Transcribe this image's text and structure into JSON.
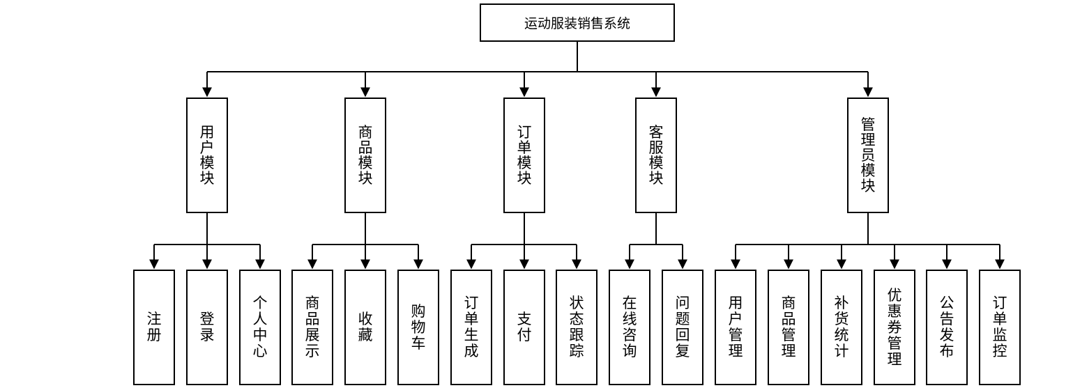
{
  "root": {
    "label": "运动服装销售系统"
  },
  "modules": [
    {
      "label": "用户模块",
      "children": [
        "注册",
        "登录",
        "个人中心"
      ]
    },
    {
      "label": "商品模块",
      "children": [
        "商品展示",
        "收藏",
        "购物车"
      ]
    },
    {
      "label": "订单模块",
      "children": [
        "订单生成",
        "支付",
        "状态跟踪"
      ]
    },
    {
      "label": "客服模块",
      "children": [
        "在线咨询",
        "问题回复"
      ]
    },
    {
      "label": "管理员模块",
      "children": [
        "用户管理",
        "商品管理",
        "补货统计",
        "优惠券管理",
        "公告发布",
        "订单监控"
      ]
    }
  ]
}
